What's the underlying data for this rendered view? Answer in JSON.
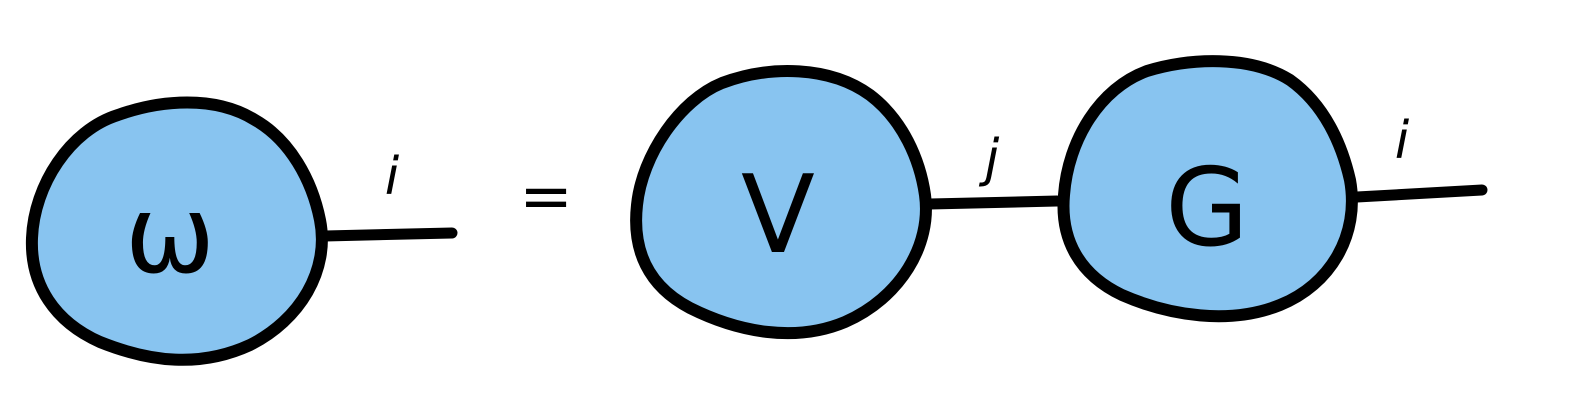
{
  "equation": {
    "lhs": {
      "node": "ω",
      "leg": "i"
    },
    "operator": "=",
    "rhs": {
      "nodes": [
        "V",
        "G"
      ],
      "inner_leg": "j",
      "outer_leg": "i"
    }
  },
  "colors": {
    "node_fill": "#88c4f0",
    "stroke": "#000000"
  }
}
